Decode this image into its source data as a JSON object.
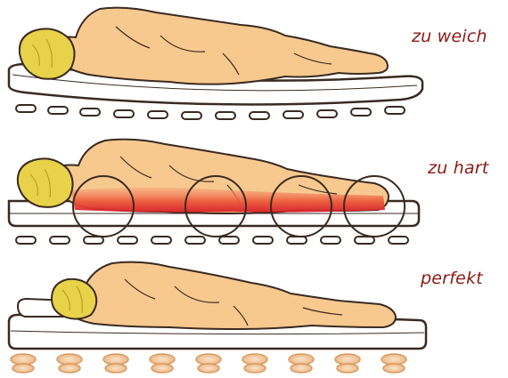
{
  "panels": [
    {
      "label": "zu weich"
    },
    {
      "label": "zu hart"
    },
    {
      "label": "perfekt"
    }
  ],
  "colors": {
    "skin": "#f7c98e",
    "outline": "#3a2a20",
    "hair": "#e8d24a",
    "label": "#8b1a14",
    "pressure": "#e23a2a",
    "spring": "#f2c89a"
  }
}
